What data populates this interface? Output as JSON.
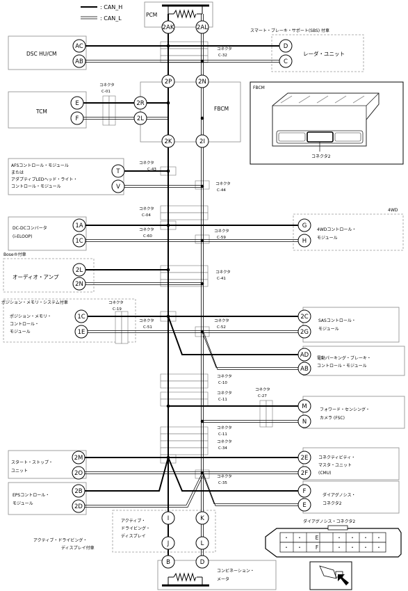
{
  "legend": {
    "can_h": ": CAN_H",
    "can_l": ": CAN_L"
  },
  "modules": {
    "pcm": {
      "label": "PCM",
      "pins": [
        "2AK",
        "2AL"
      ]
    },
    "dsc": {
      "label": "DSC HU/CM",
      "pins": [
        "AC",
        "AB"
      ]
    },
    "radar": {
      "label": "レーダ・ユニット",
      "pins": [
        "D",
        "C"
      ],
      "note": "スマート・ブレーキ・サポート(SBS) 付車"
    },
    "fbcm": {
      "label": "FBCM",
      "pins": [
        "2P",
        "2N",
        "2R",
        "2L",
        "2K",
        "2I"
      ]
    },
    "tcm": {
      "label": "TCM",
      "pins": [
        "E",
        "F"
      ]
    },
    "afs": {
      "lines": [
        "AFSコントロール・モジュール",
        "または",
        "アダプティブLEDヘッド・ライト・",
        "コントロール・モジュール"
      ],
      "pins": [
        "T",
        "V"
      ]
    },
    "dcdc": {
      "lines": [
        "DC-DCコンバータ",
        "(i-ELOOP)"
      ],
      "pins": [
        "1A",
        "1C"
      ]
    },
    "fourwd": {
      "lines": [
        "4WDコントロール・",
        "モジュール"
      ],
      "pins": [
        "G",
        "H"
      ],
      "note": "4WD"
    },
    "audio": {
      "label": "オーディオ・アンプ",
      "pins": [
        "2L",
        "2N"
      ],
      "note": "Bose®付車"
    },
    "pos": {
      "lines": [
        "ポジション・メモリ・",
        "コントロール・",
        "モジュール"
      ],
      "pins": [
        "1C",
        "1E"
      ],
      "note": "ポジション・メモリ・システム付車"
    },
    "sas": {
      "lines": [
        "SASコントロール・",
        "モジュール"
      ],
      "pins": [
        "2C",
        "2G"
      ]
    },
    "epb": {
      "lines": [
        "電動パーキング・ブレーキ・",
        "コントロール・モジュール"
      ],
      "pins": [
        "AD",
        "AB"
      ]
    },
    "fsc": {
      "lines": [
        "フォワード・センシング・",
        "カメラ (FSC)"
      ],
      "pins": [
        "M",
        "N"
      ]
    },
    "ss": {
      "lines": [
        "スタート・ストップ・",
        "ユニット"
      ],
      "pins": [
        "2M",
        "2O"
      ]
    },
    "cmu": {
      "lines": [
        "コネクティビティ・",
        "マスタ・ユニット",
        "(CMU)"
      ],
      "pins": [
        "2E",
        "2F"
      ]
    },
    "eps": {
      "lines": [
        "EPSコントロール・",
        "モジュール"
      ],
      "pins": [
        "2B",
        "2D"
      ]
    },
    "diag": {
      "lines": [
        "ダイアグノシス・",
        "コネクタ2"
      ],
      "pins": [
        "F",
        "E"
      ]
    },
    "add": {
      "lines": [
        "アクティブ・",
        "ドライビング・",
        "ディスプレイ"
      ],
      "pins": [
        "I",
        "K",
        "J",
        "L"
      ],
      "note": [
        "アクティブ・ドライビング・",
        "ディスプレイ付車"
      ]
    },
    "meter": {
      "lines": [
        "コンビネーション・",
        "メータ"
      ],
      "pins": [
        "B",
        "D"
      ]
    }
  },
  "connectors": {
    "c32": [
      "コネクタ",
      "C-32"
    ],
    "c01": [
      "コネクタ",
      "C-01"
    ],
    "c43": [
      "コネクタ",
      "C-43"
    ],
    "c44": [
      "コネクタ",
      "C-44"
    ],
    "c04": [
      "コネクタ",
      "C-04"
    ],
    "c60": [
      "コネクタ",
      "C-60"
    ],
    "c59": [
      "コネクタ",
      "C-59"
    ],
    "c41": [
      "コネクタ",
      "C-41"
    ],
    "c19": [
      "コネクタ",
      "C-19"
    ],
    "c51": [
      "コネクタ",
      "C-51"
    ],
    "c52": [
      "コネクタ",
      "C-52"
    ],
    "c10": [
      "コネクタ",
      "C-10"
    ],
    "c11a": [
      "コネクタ",
      "C-11"
    ],
    "c27": [
      "コネクタ",
      "C-27"
    ],
    "c11b": [
      "コネクタ",
      "C-11"
    ],
    "c34": [
      "コネクタ",
      "C-34"
    ],
    "c35": [
      "コネクタ",
      "C-35"
    ]
  },
  "fbcm_inset": {
    "title": "FBCM",
    "caption": "コネクタ2"
  },
  "diag_inset": {
    "title": "ダイアグノシス・コネクタ2",
    "pin_e": "E",
    "pin_f": "F"
  }
}
